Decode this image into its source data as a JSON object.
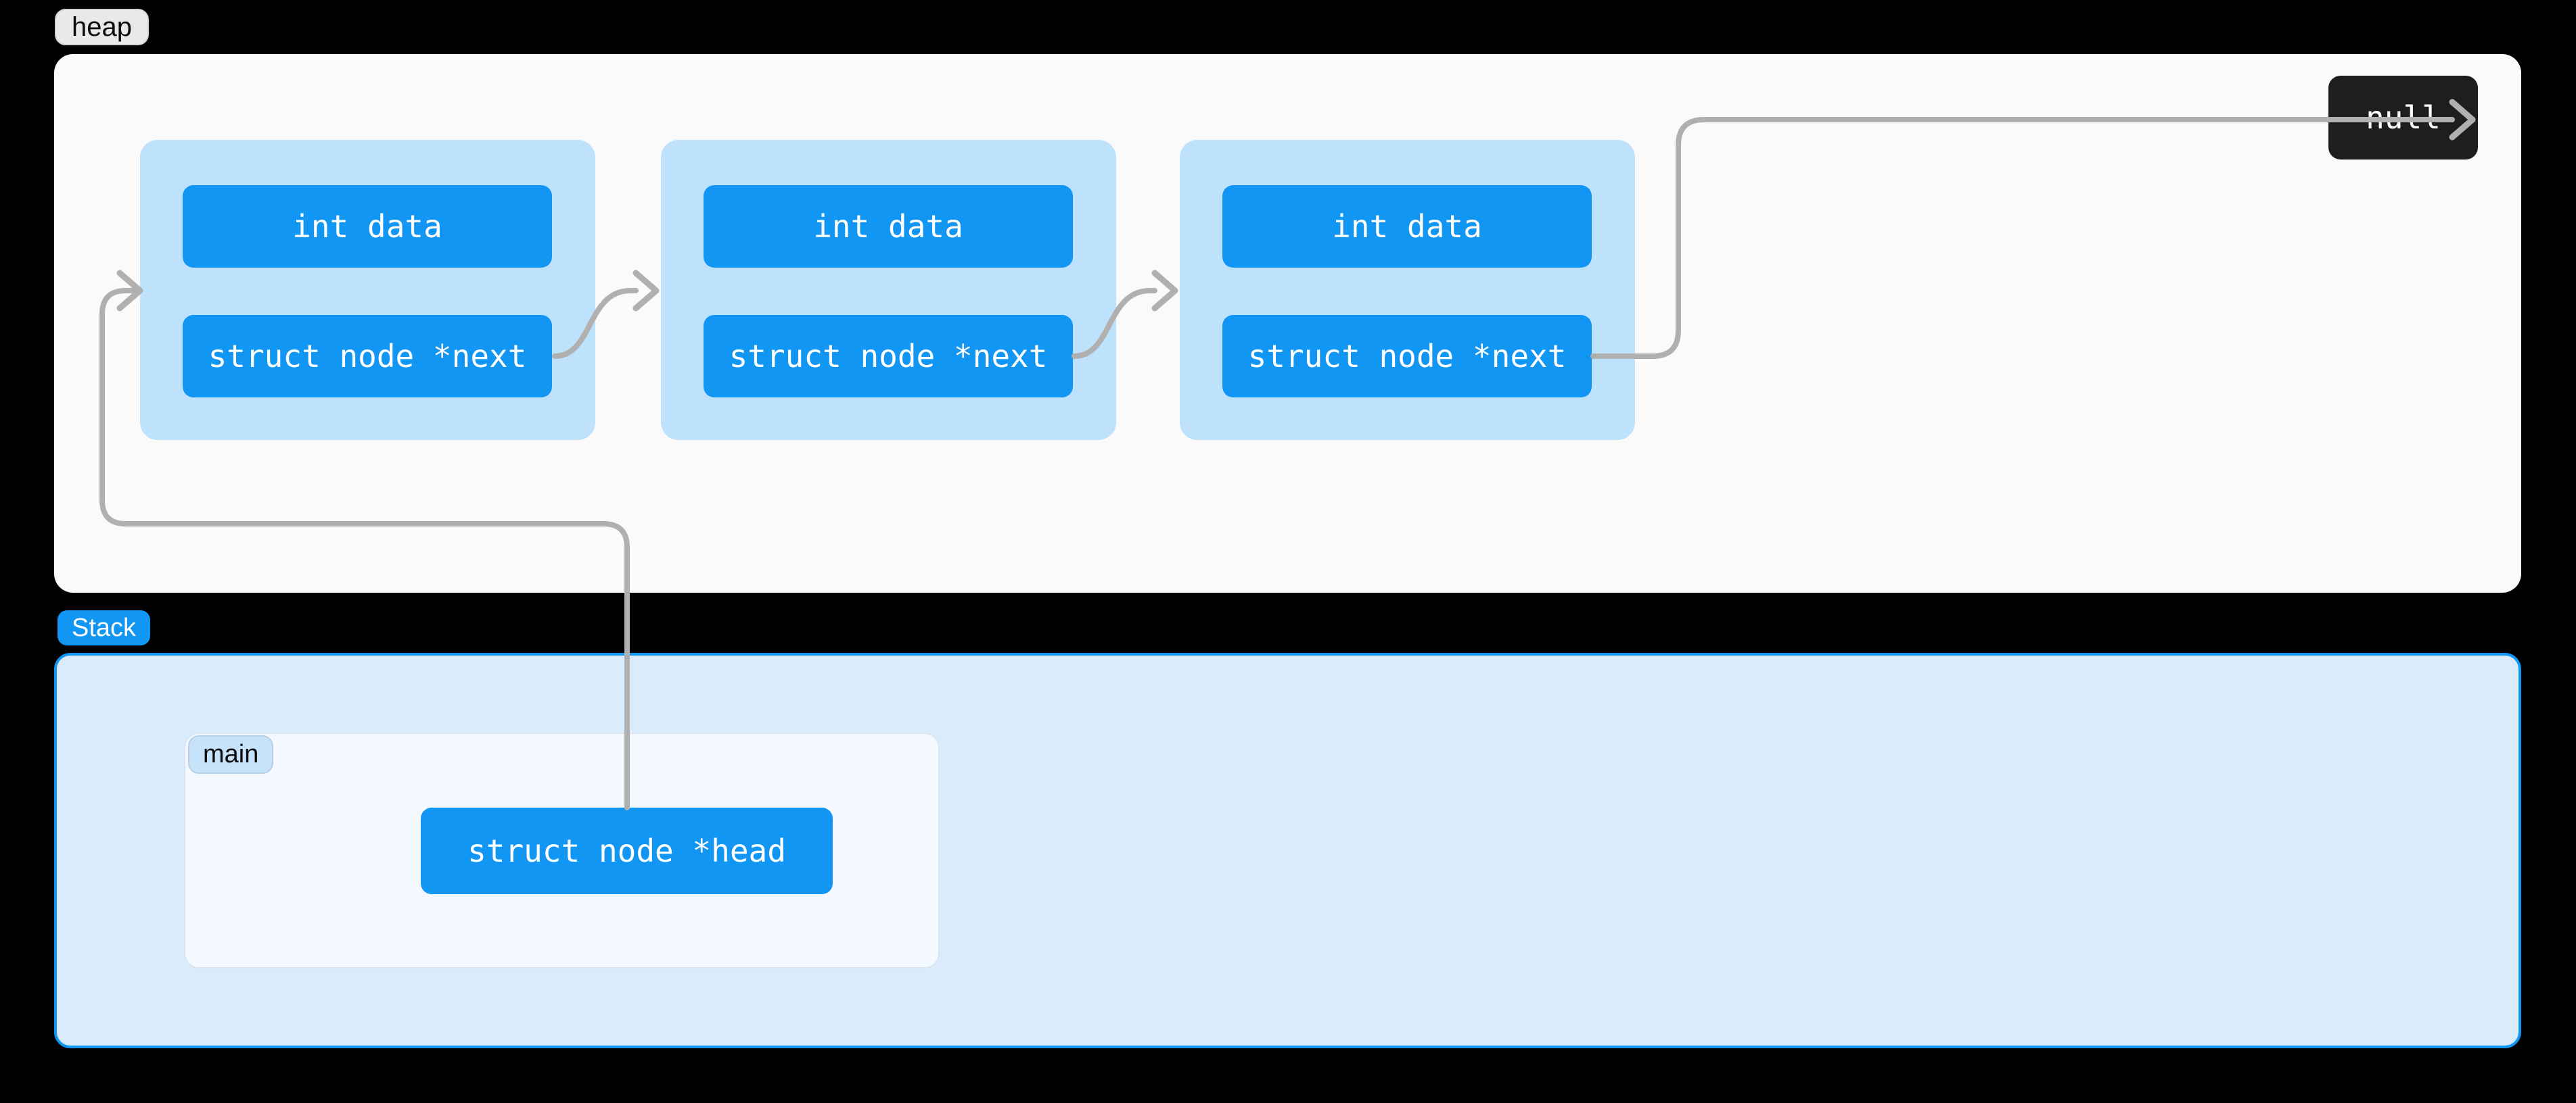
{
  "colors": {
    "canvas": "#000000",
    "heap-bg": "#fafafa",
    "node-bg": "#bee1fc",
    "accent": "#1296f3",
    "stack-bg": "#daecfb",
    "null-bg": "#1e1e1e",
    "connector": "#b0b0b0",
    "frame-bg": "#f3f9fe",
    "frame-border": "#d7e6f2",
    "frame-badge-bg": "#c7e3fa",
    "frame-badge-border": "#b3d0e7",
    "heap-badge-bg": "#e9e9e9",
    "heap-badge-border": "#d5d5d5",
    "code-text": "#ffffff",
    "label-text": "#0d0d0d"
  },
  "heap": {
    "label": "heap",
    "nodes": [
      {
        "fields": [
          "int data",
          "struct node *next"
        ]
      },
      {
        "fields": [
          "int data",
          "struct node *next"
        ]
      },
      {
        "fields": [
          "int data",
          "struct node *next"
        ]
      }
    ],
    "terminator": "null"
  },
  "stack": {
    "label": "Stack",
    "frames": [
      {
        "label": "main",
        "variables": [
          "struct node *head"
        ]
      }
    ]
  }
}
